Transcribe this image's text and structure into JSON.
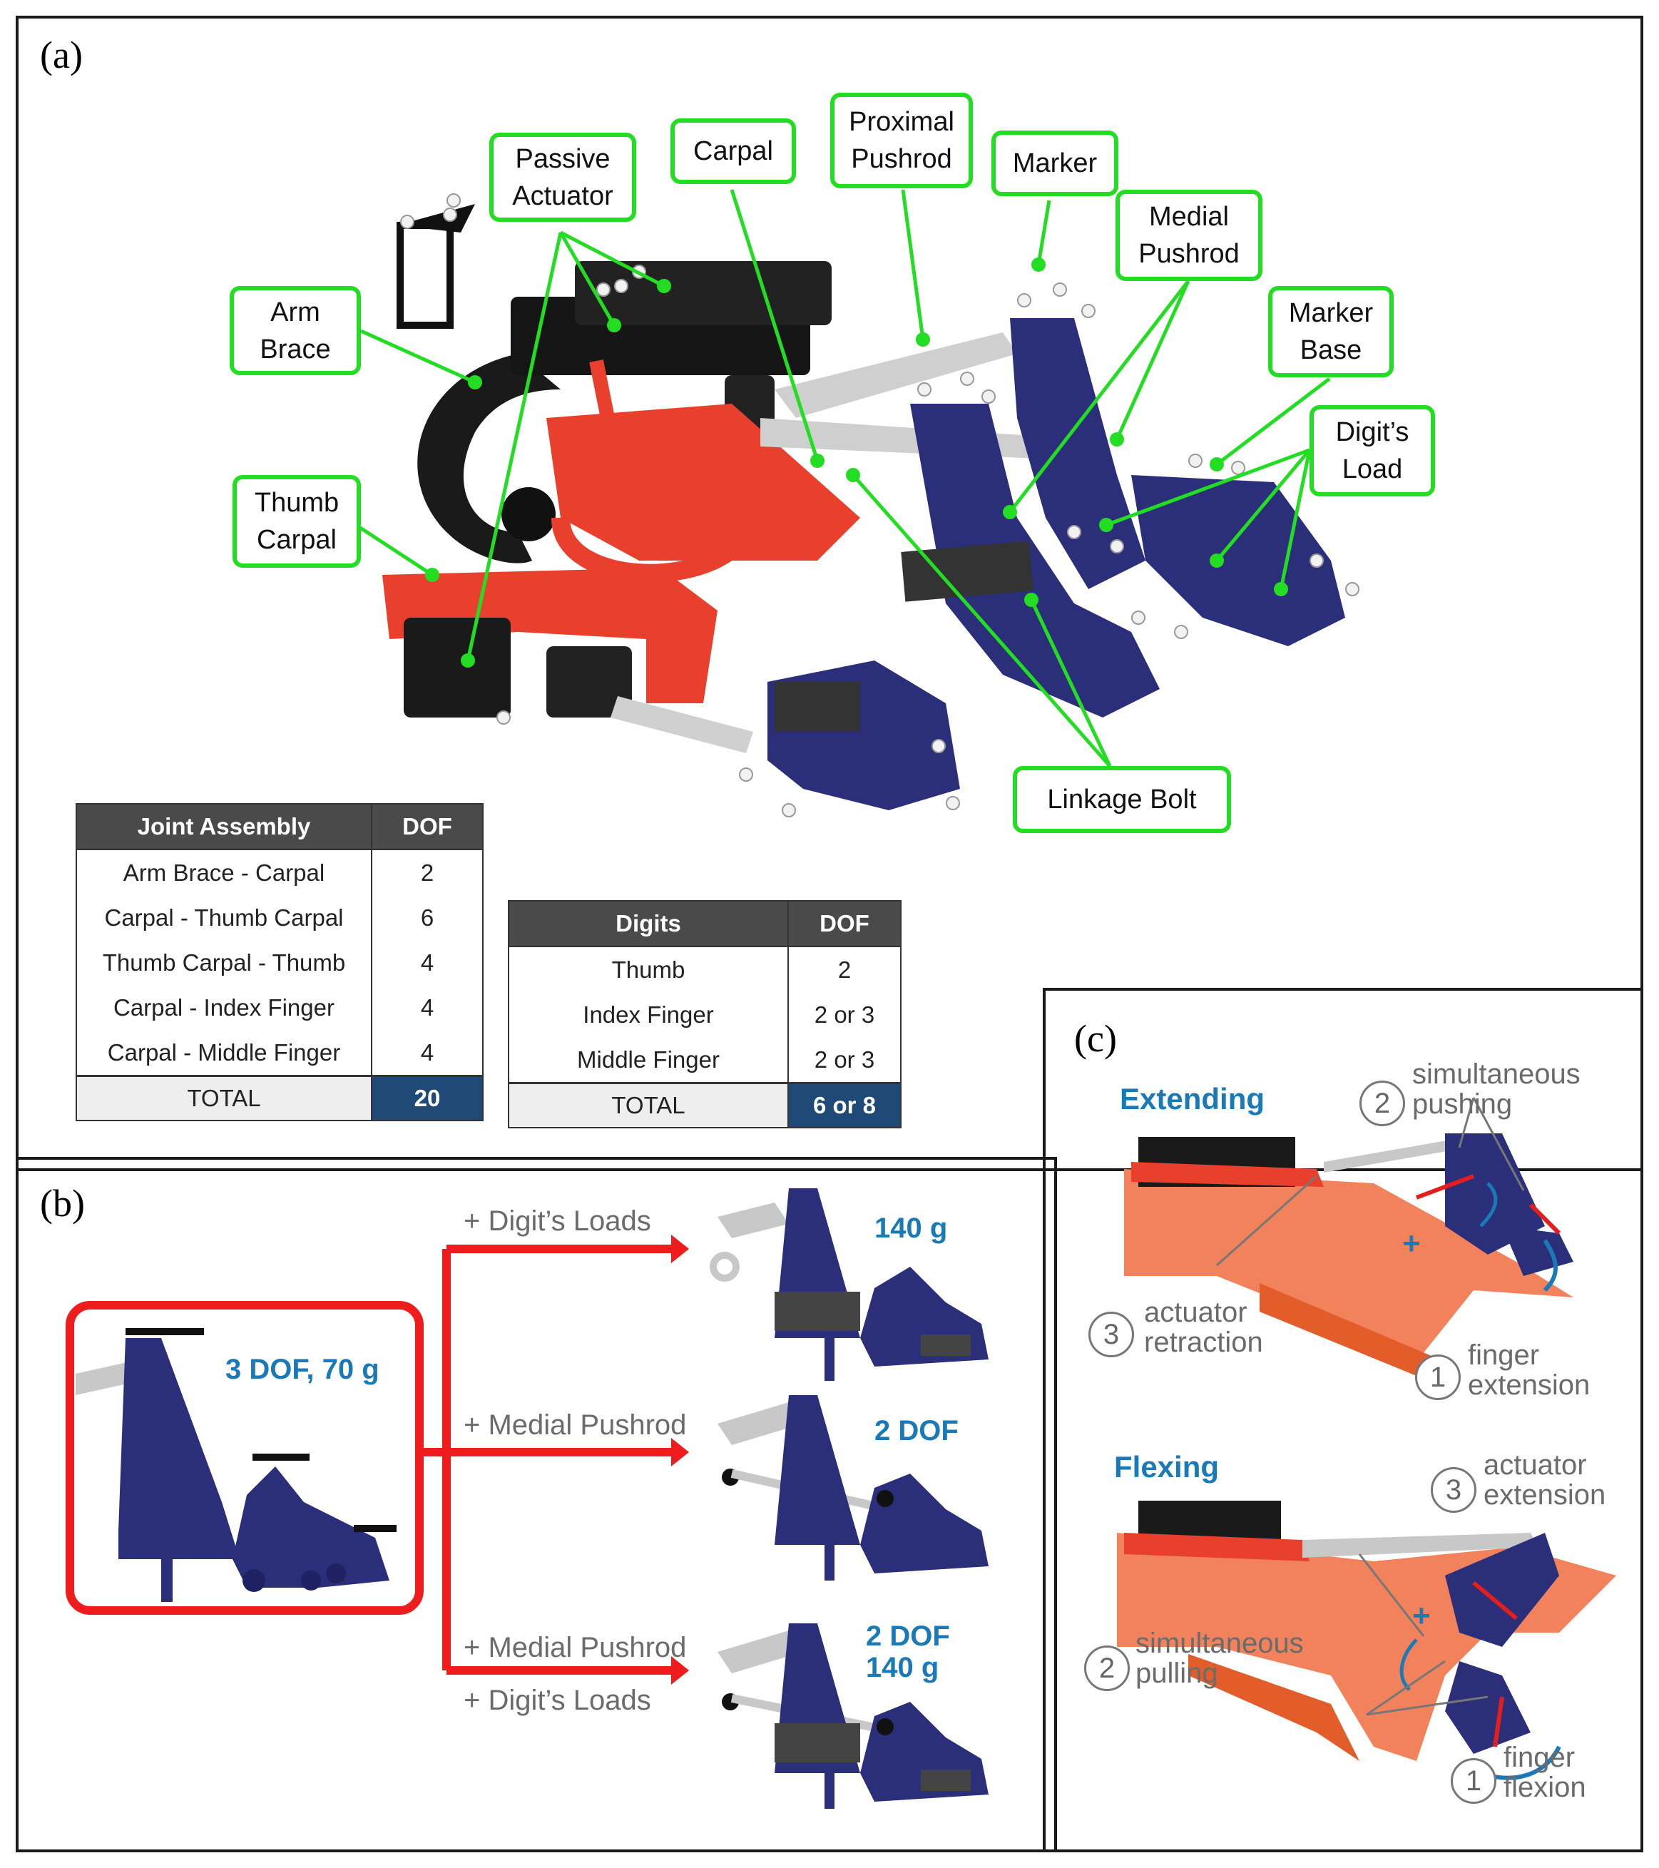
{
  "panel_a": {
    "letter": "(a)",
    "callouts": {
      "arm_brace": [
        "Arm",
        "Brace"
      ],
      "passive_actuator": [
        "Passive",
        "Actuator"
      ],
      "carpal": [
        "Carpal"
      ],
      "proximal_pushrod": [
        "Proximal",
        "Pushrod"
      ],
      "marker": [
        "Marker"
      ],
      "medial_pushrod": [
        "Medial",
        "Pushrod"
      ],
      "marker_base": [
        "Marker",
        "Base"
      ],
      "digits_load": [
        "Digit’s",
        "Load"
      ],
      "thumb_carpal": [
        "Thumb",
        "Carpal"
      ],
      "linkage_bolt": [
        "Linkage Bolt"
      ]
    },
    "joint_table": {
      "headers": [
        "Joint Assembly",
        "DOF"
      ],
      "rows": [
        [
          "Arm Brace - Carpal",
          "2"
        ],
        [
          "Carpal - Thumb Carpal",
          "6"
        ],
        [
          "Thumb Carpal - Thumb",
          "4"
        ],
        [
          "Carpal - Index Finger",
          "4"
        ],
        [
          "Carpal - Middle Finger",
          "4"
        ]
      ],
      "total": [
        "TOTAL",
        "20"
      ]
    },
    "digits_table": {
      "headers": [
        "Digits",
        "DOF"
      ],
      "rows": [
        [
          "Thumb",
          "2"
        ],
        [
          "Index Finger",
          "2 or 3"
        ],
        [
          "Middle Finger",
          "2 or 3"
        ]
      ],
      "total": [
        "TOTAL",
        "6 or 8"
      ]
    }
  },
  "panel_b": {
    "letter": "(b)",
    "base_label": "3 DOF, 70 g",
    "branches": [
      {
        "arrow_label": "+ Digit’s Loads",
        "arrow_label2": "",
        "result": "140 g",
        "result2": ""
      },
      {
        "arrow_label": "+ Medial Pushrod",
        "arrow_label2": "",
        "result": "2 DOF",
        "result2": ""
      },
      {
        "arrow_label": "+ Medial Pushrod",
        "arrow_label2": "+ Digit’s Loads",
        "result": "2 DOF",
        "result2": "140 g"
      }
    ]
  },
  "panel_c": {
    "letter": "(c)",
    "extending": {
      "title": "Extending",
      "step2": {
        "num": "2",
        "line1": "simultaneous",
        "line2": "pushing"
      },
      "step3": {
        "num": "3",
        "line1": "actuator",
        "line2": "retraction"
      },
      "step1": {
        "num": "1",
        "line1": "finger",
        "line2": "extension"
      }
    },
    "flexing": {
      "title": "Flexing",
      "step3": {
        "num": "3",
        "line1": "actuator",
        "line2": "extension"
      },
      "step2": {
        "num": "2",
        "line1": "simultaneous",
        "line2": "pulling"
      },
      "step1": {
        "num": "1",
        "line1": "finger",
        "line2": "flexion"
      }
    },
    "plus_sign": "+"
  },
  "colors": {
    "callout_border": "#22dd22",
    "red_part": "#e8402c",
    "blue_part": "#2b2f7a",
    "gray_part": "#c8c8c8",
    "highlight_blue": "#1a7ab8",
    "table_header": "#4a4a4a",
    "table_total": "#1f4a78",
    "hand": "#f07a55"
  }
}
